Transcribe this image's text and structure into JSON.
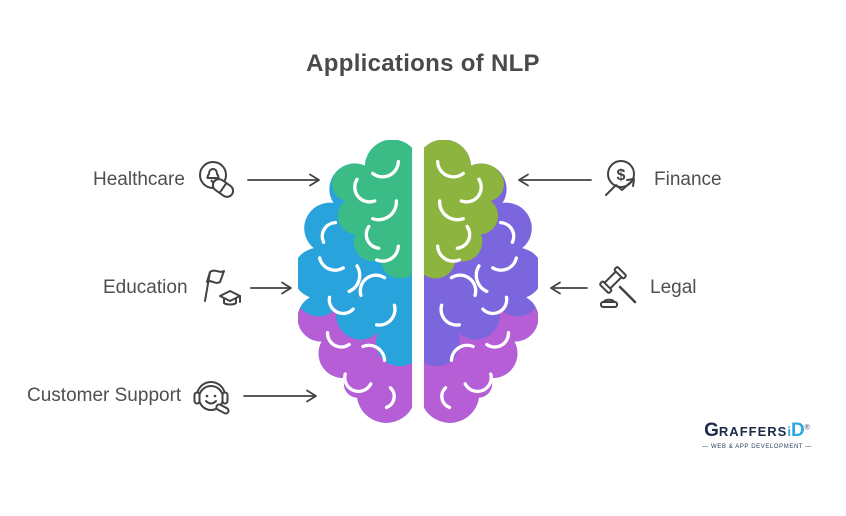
{
  "title": "Applications of NLP",
  "items": {
    "left": [
      {
        "label": "Healthcare",
        "icon": "stethoscope-pill-icon"
      },
      {
        "label": "Education",
        "icon": "flag-graduation-cap-icon"
      },
      {
        "label": "Customer Support",
        "icon": "support-headset-icon"
      }
    ],
    "right": [
      {
        "label": "Finance",
        "icon": "dollar-growth-icon",
        "currency_symbol": "$"
      },
      {
        "label": "Legal",
        "icon": "gavel-icon"
      }
    ]
  },
  "brain": {
    "left": {
      "top": "#3bbb86",
      "middle": "#29a3db",
      "bottom": "#b55ed6"
    },
    "right": {
      "top": "#8db43e",
      "middle": "#7b66de",
      "bottom": "#b55ed6"
    }
  },
  "logo": {
    "initial": "G",
    "rest": "RAFFERS",
    "accent_i": "i",
    "accent_d": "D",
    "registered": "®",
    "tagline": "— WEB & APP DEVELOPMENT —",
    "navy": "#1c2b4a",
    "blue": "#29aae1"
  },
  "colors": {
    "title_text": "#4a4a4a",
    "label_text": "#4f4f4f",
    "stroke": "#424242",
    "background": "#ffffff"
  }
}
